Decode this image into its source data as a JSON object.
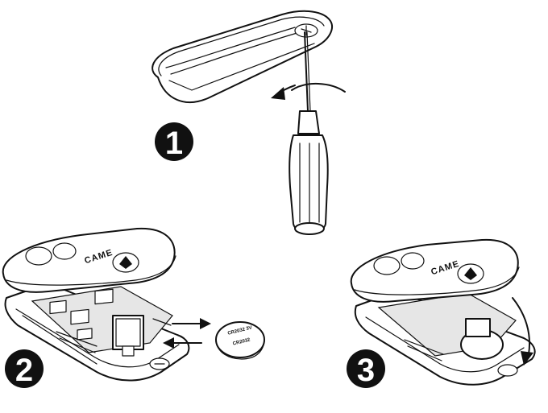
{
  "steps": {
    "step1": {
      "number": "1"
    },
    "step2": {
      "number": "2"
    },
    "step3": {
      "number": "3"
    }
  },
  "remote": {
    "brand": "CAME"
  },
  "battery": {
    "line1": "CR2032 3V",
    "line2": "CR2032"
  }
}
